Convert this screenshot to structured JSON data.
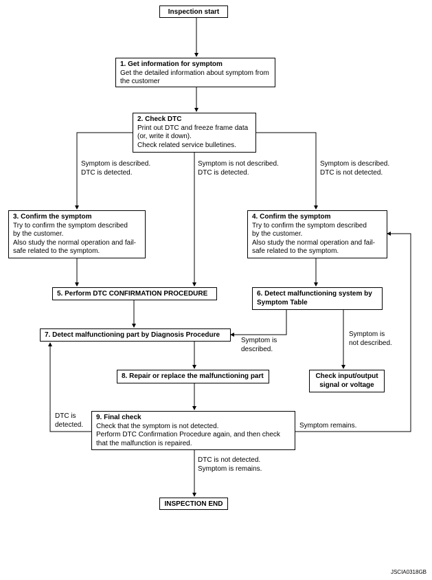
{
  "nodes": {
    "start": {
      "label": "Inspection start"
    },
    "n1": {
      "title": "1. Get information for symptom",
      "body": "Get the detailed information about symptom from\nthe customer"
    },
    "n2": {
      "title": "2. Check DTC",
      "body": "Print out DTC and freeze frame data\n(or, write it down).\nCheck related service bulletines."
    },
    "n3": {
      "title": "3. Confirm the symptom",
      "body": "Try to confirm the symptom described\nby the customer.\nAlso study the normal operation and fail-\nsafe related to the symptom."
    },
    "n4": {
      "title": "4. Confirm the symptom",
      "body": "Try to confirm the symptom described\nby the customer.\nAlso study the normal operation and fail-\nsafe related to the symptom."
    },
    "n5": {
      "label": "5. Perform DTC CONFIRMATION PROCEDURE"
    },
    "n6": {
      "label": "6. Detect malfunctioning system by\nSymptom Table"
    },
    "n7": {
      "label": "7. Detect malfunctioning part by Diagnosis Procedure"
    },
    "n8": {
      "label": "8. Repair or replace the malfunctioning part"
    },
    "nio": {
      "label": "Check input/output\nsignal or voltage"
    },
    "n9": {
      "title": "9. Final check",
      "body": "Check that the symptom is not detected.\nPerform DTC Confirmation Procedure again, and then check\nthat the malfunction is repaired."
    },
    "end": {
      "label": "INSPECTION END"
    }
  },
  "edge_labels": {
    "left_branch": "Symptom is described.\nDTC is detected.",
    "mid_branch": "Symptom is not described.\nDTC is detected.",
    "right_branch": "Symptom is described.\nDTC is not detected.",
    "n6_to_n7": "Symptom is\ndescribed.",
    "n6_to_io": "Symptom is\nnot described.",
    "dtc_detected": "DTC is\ndetected.",
    "symptom_remains": "Symptom remains.",
    "to_end": "DTC is not detected.\nSymptom is remains."
  },
  "figure_code": "JSCIA0318GB"
}
